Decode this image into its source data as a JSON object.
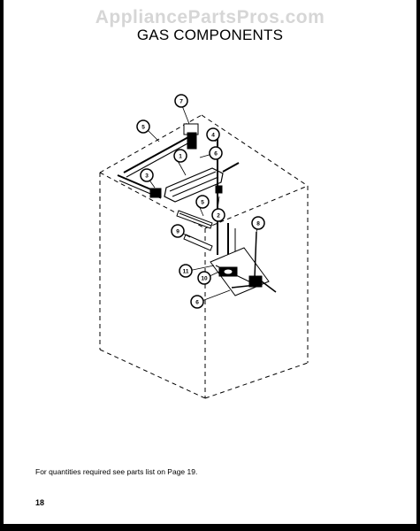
{
  "watermark": "AppliancePartsPros.com",
  "title": "GAS COMPONENTS",
  "footnote": "For quantities required see parts list on Page 19.",
  "page_number": "18",
  "callouts": [
    "7",
    "5",
    "4",
    "6",
    "1",
    "3",
    "5",
    "2",
    "9",
    "8",
    "11",
    "10",
    "6"
  ]
}
